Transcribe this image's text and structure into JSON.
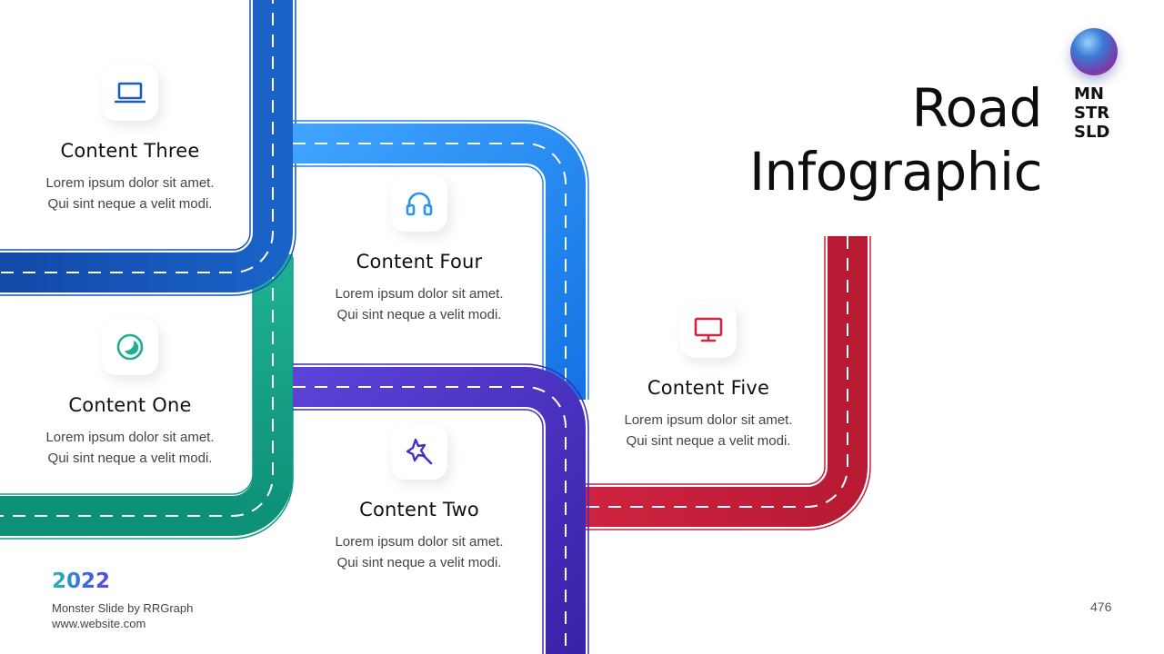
{
  "title": {
    "line1": "Road",
    "line2": "Infographic"
  },
  "logo": {
    "line1": "MN",
    "line2": "STR",
    "line3": "SLD"
  },
  "items": [
    {
      "title": "Content One",
      "body": "Lorem ipsum dolor sit amet.\nQui sint neque a velit modi.",
      "icon": "moon-icon",
      "color": "#1fae91"
    },
    {
      "title": "Content Two",
      "body": "Lorem ipsum dolor sit amet.\nQui sint neque a velit modi.",
      "icon": "magic-wand-icon",
      "color": "#4a2fc4"
    },
    {
      "title": "Content Three",
      "body": "Lorem ipsum dolor sit amet.\nQui sint neque a velit modi.",
      "icon": "laptop-icon",
      "color": "#1a5cc4"
    },
    {
      "title": "Content Four",
      "body": "Lorem ipsum dolor sit amet.\nQui sint neque a velit modi.",
      "icon": "headphones-icon",
      "color": "#2b94f2"
    },
    {
      "title": "Content Five",
      "body": "Lorem ipsum dolor sit amet.\nQui sint neque a velit modi.",
      "icon": "monitor-icon",
      "color": "#d0253f"
    }
  ],
  "roads": {
    "green": "#139c85",
    "blue_dark": "#1456b8",
    "blue_light": "#1c86ee",
    "purple": "#4228b8",
    "red": "#c8203c"
  },
  "footer": {
    "year": "2022",
    "credit": "Monster Slide  by RRGraph",
    "website": "www.website.com",
    "page": "476"
  }
}
